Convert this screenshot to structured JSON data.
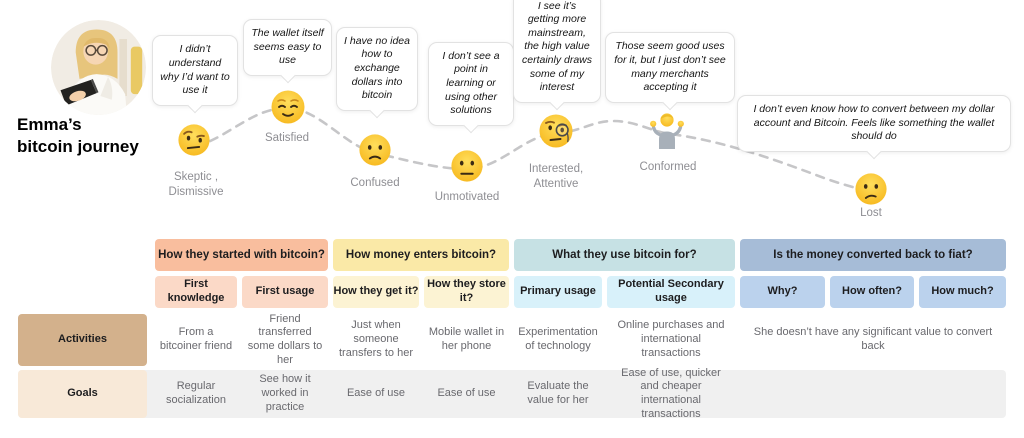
{
  "header": {
    "title": "Emma’s\nbitcoin journey",
    "avatar": "photo-of-emma"
  },
  "journey": {
    "points": [
      {
        "icon": "face-with-raised-eyebrow",
        "quote": "I didn’t understand why I’d want to use it",
        "label": "Skeptic ,\nDismissive"
      },
      {
        "icon": "relieved-face",
        "quote": "The wallet itself seems easy to use",
        "label": "Satisfied"
      },
      {
        "icon": "slightly-frowning-face",
        "quote": "I have no idea how to exchange dollars into bitcoin",
        "label": "Confused"
      },
      {
        "icon": "neutral-face",
        "quote": "I don’t see a point in learning or using other solutions",
        "label": "Unmotivated"
      },
      {
        "icon": "face-with-monocle",
        "quote": "I see it’s getting more mainstream, the high value certainly draws some of my interest",
        "label": "Interested,\nAttentive"
      },
      {
        "icon": "person-shrugging",
        "quote": "Those seem good uses for it, but I just don’t see many merchants accepting it",
        "label": "Conformed"
      },
      {
        "icon": "confused-face",
        "quote": "I don’t even know how to convert between my dollar account and Bitcoin. Feels like something the wallet should do",
        "label": "Lost"
      }
    ]
  },
  "table": {
    "phases": [
      {
        "label": "How they started with bitcoin?",
        "color": "#F9BE9E",
        "sub_color": "#FBD9C7",
        "subs": [
          "First knowledge",
          "First usage"
        ]
      },
      {
        "label": "How money enters bitcoin?",
        "color": "#FAE9A7",
        "sub_color": "#FCF3D3",
        "subs": [
          "How they get it?",
          "How they store it?"
        ]
      },
      {
        "label": "What they use bitcoin for?",
        "color": "#C6E1E4",
        "sub_color": "#D8F1FA",
        "subs": [
          "Primary usage",
          "Potential Secondary usage"
        ]
      },
      {
        "label": "Is the money converted back to fiat?",
        "color": "#A6BCD7",
        "sub_color": "#BBD2ED",
        "subs": [
          "Why?",
          "How often?",
          "How much?"
        ]
      }
    ],
    "rows": {
      "activities": {
        "label": "Activities",
        "cells": [
          "From a bitcoiner friend",
          "Friend transferred some dollars to her",
          "Just when someone transfers to her",
          "Mobile wallet in her phone",
          "Experimentation of technology",
          "Online purchases and international transactions",
          "She doesn’t have any significant value to convert back"
        ]
      },
      "goals": {
        "label": "Goals",
        "cells": [
          "Regular socialization",
          "See how it worked in practice",
          "Ease of use",
          "Ease of use",
          "Evaluate the value for her",
          "Ease of use, quicker and cheaper international transactions"
        ]
      }
    }
  },
  "colors": {
    "activities_label_bg": "#D3B18C",
    "goals_label_bg": "#F8E9D8",
    "goals_row_bg": "#F0F0F0",
    "curve": "#C6C6C8",
    "stage_label_text": "#8E8E93"
  }
}
